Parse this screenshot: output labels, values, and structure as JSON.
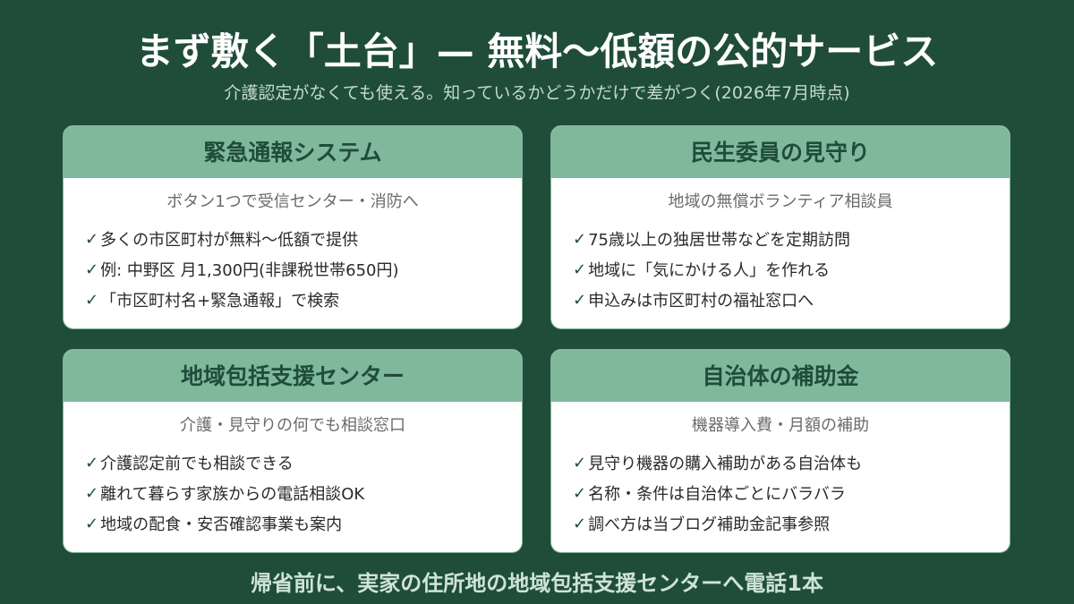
{
  "title": "まず敷く「土台」— 無料〜低額の公的サービス",
  "subtitle": "介護認定がなくても使える。知っているかどうかだけで差がつく(2026年7月時点)",
  "check_mark": "✓",
  "colors": {
    "background": "#1f4d3a",
    "card_header": "#80b89c",
    "card_body": "#ffffff",
    "header_text": "#1f4d3a"
  },
  "cards": [
    {
      "header": "緊急通報システム",
      "sub": "ボタン1つで受信センター・消防へ",
      "items": [
        "多くの市区町村が無料〜低額で提供",
        "例: 中野区 月1,300円(非課税世帯650円)",
        "「市区町村名+緊急通報」で検索"
      ]
    },
    {
      "header": "民生委員の見守り",
      "sub": "地域の無償ボランティア相談員",
      "items": [
        "75歳以上の独居世帯などを定期訪問",
        "地域に「気にかける人」を作れる",
        "申込みは市区町村の福祉窓口へ"
      ]
    },
    {
      "header": "地域包括支援センター",
      "sub": "介護・見守りの何でも相談窓口",
      "items": [
        "介護認定前でも相談できる",
        "離れて暮らす家族からの電話相談OK",
        "地域の配食・安否確認事業も案内"
      ]
    },
    {
      "header": "自治体の補助金",
      "sub": "機器導入費・月額の補助",
      "items": [
        "見守り機器の購入補助がある自治体も",
        "名称・条件は自治体ごとにバラバラ",
        "調べ方は当ブログ補助金記事参照"
      ]
    }
  ],
  "footer": "帰省前に、実家の住所地の地域包括支援センターへ電話1本"
}
